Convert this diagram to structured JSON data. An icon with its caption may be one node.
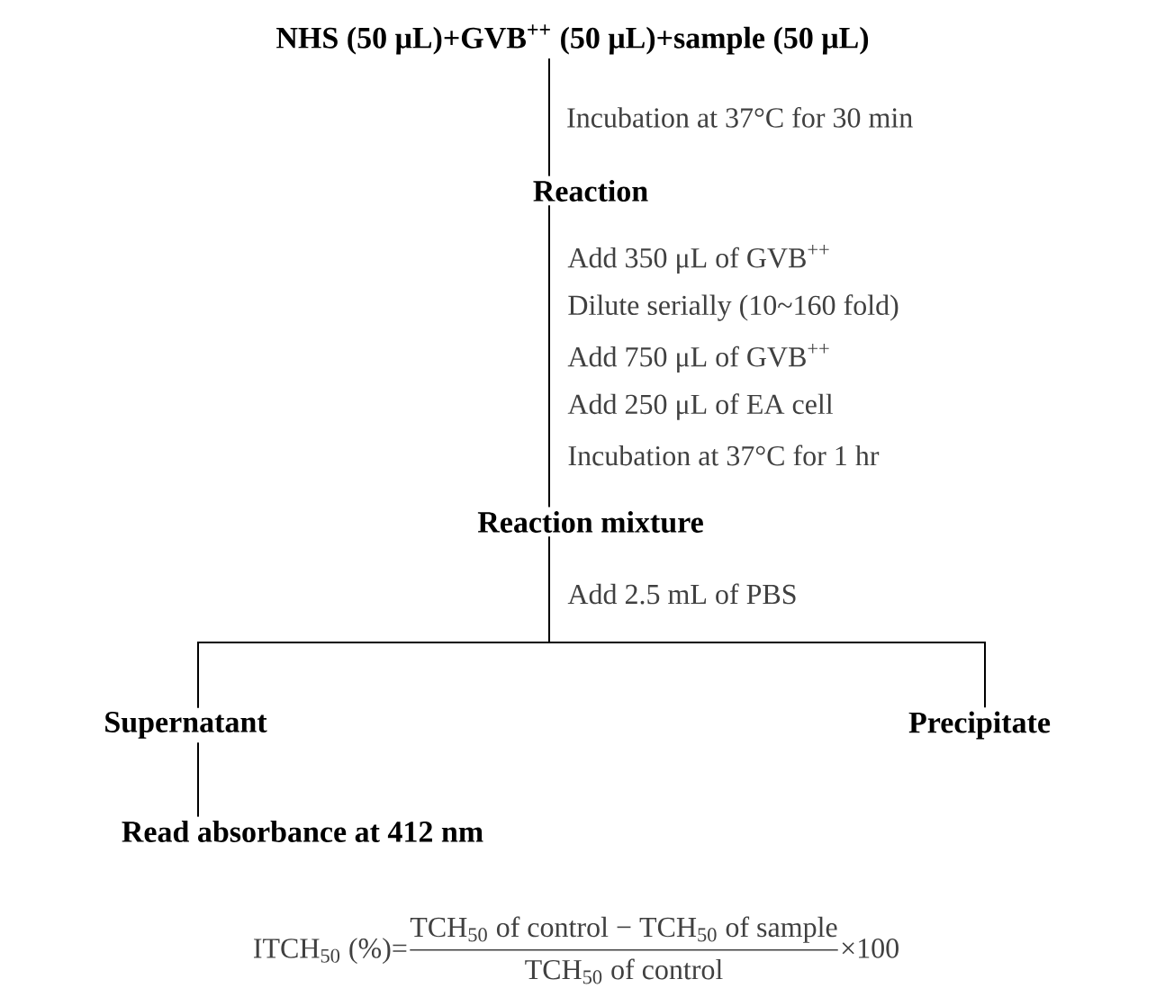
{
  "diagram": {
    "nodes": [
      {
        "text": [
          "NHS (50 μL)+GVB$^{++}$ (50 μL)+sample (50 μL)"
        ]
      },
      {
        "text": [
          "Reaction"
        ]
      },
      {
        "text": [
          "Reaction mixture"
        ]
      },
      {
        "text": [
          "Supernatant"
        ]
      },
      {
        "text": [
          "Precipitate"
        ]
      },
      {
        "text": [
          "Read absorbance at 412 nm"
        ]
      }
    ],
    "edges": [
      {
        "from": 0,
        "to": 1,
        "arrow": "none",
        "label": "Incubation at 37°C for 30 min"
      },
      {
        "from": 1,
        "to": 2,
        "arrow": "none"
      },
      {
        "from": 2,
        "to": 3,
        "arrow": "none"
      },
      {
        "from": 2,
        "to": 4,
        "arrow": "none"
      },
      {
        "from": 3,
        "to": 5,
        "arrow": "none"
      }
    ],
    "labels": [
      "Add 350 μL of GVB$^{++}$",
      "Dilute serially (10~160 fold)",
      "Add 750 μL of GVB$^{++}$",
      "Add 250 μL of EA cell",
      "Incubation at 37°C for 1 hr",
      "Add 2.5 mL of PBS",
      "\\text{ITCH}_{\\text{50}}\\text{ (\\%)=}\\frac{\\text{TCH}_{\\text{50}}\\text{ of control − TCH}_{\\text{50}}\\text{ of sample}}{\\text{TCH}_{\\text{50}}\\text{ of control}}\\text{×100}"
    ]
  }
}
